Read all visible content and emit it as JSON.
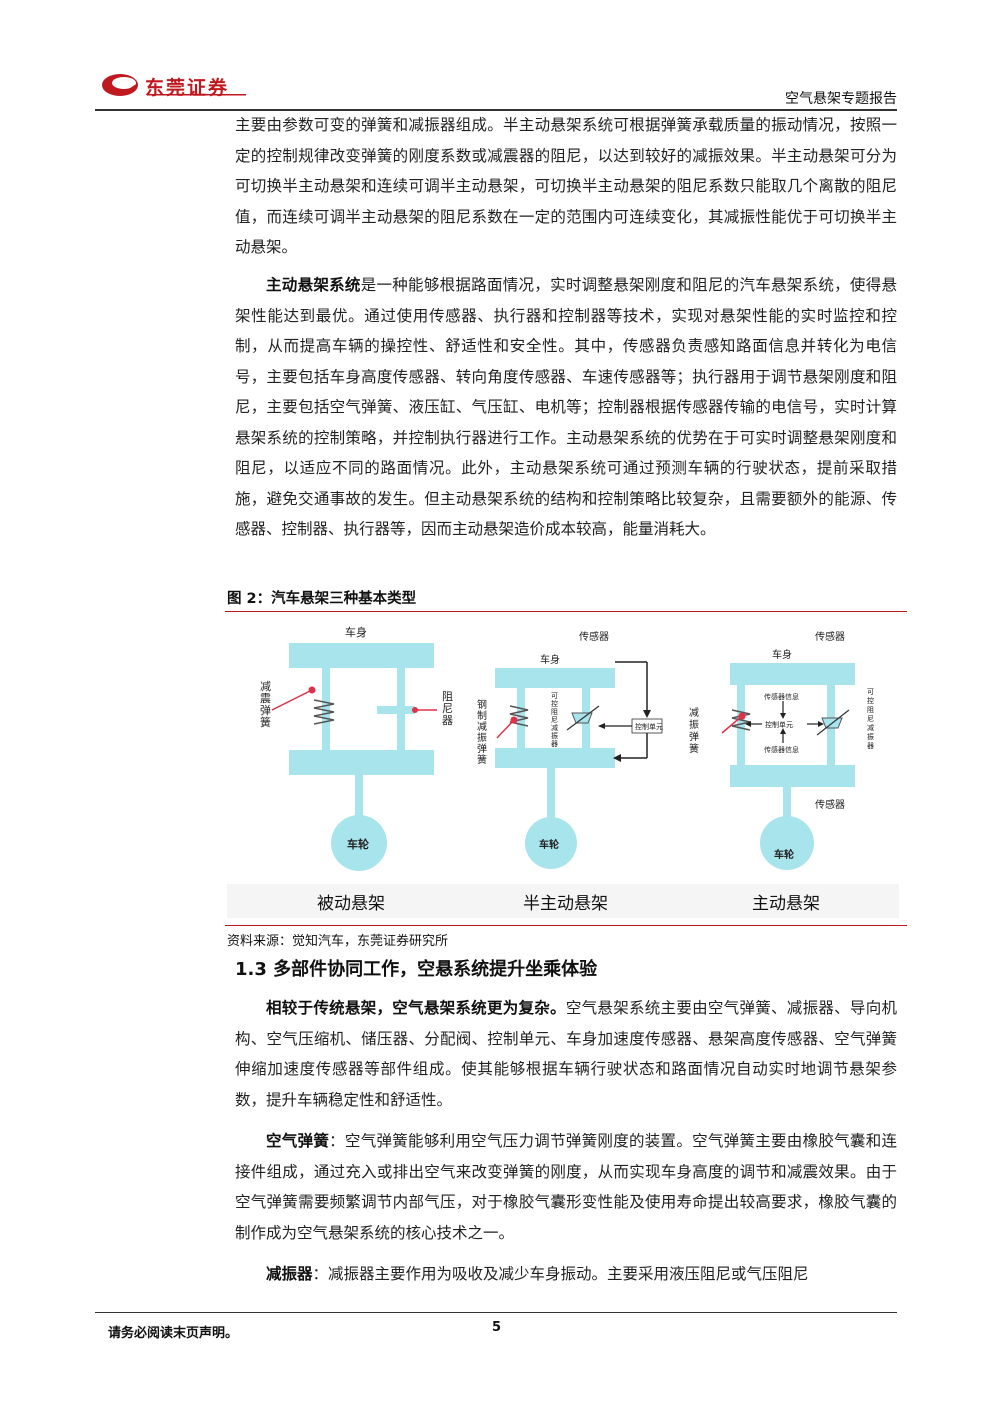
{
  "header": {
    "logo_text": "东莞证券",
    "report_title": "空气悬架专题报告"
  },
  "paragraphs": {
    "p1": "主要由参数可变的弹簧和减振器组成。半主动悬架系统可根据弹簧承载质量的振动情况，按照一定的控制规律改变弹簧的刚度系数或减震器的阻尼，以达到较好的减振效果。半主动悬架可分为可切换半主动悬架和连续可调半主动悬架，可切换半主动悬架的阻尼系数只能取几个离散的阻尼值，而连续可调半主动悬架的阻尼系数在一定的范围内可连续变化，其减振性能优于可切换半主动悬架。",
    "p2_bold": "主动悬架系统",
    "p2_rest": "是一种能够根据路面情况，实时调整悬架刚度和阻尼的汽车悬架系统，使得悬架性能达到最优。通过使用传感器、执行器和控制器等技术，实现对悬架性能的实时监控和控制，从而提高车辆的操控性、舒适性和安全性。其中，传感器负责感知路面信息并转化为电信号，主要包括车身高度传感器、转向角度传感器、车速传感器等；执行器用于调节悬架刚度和阻尼，主要包括空气弹簧、液压缸、气压缸、电机等；控制器根据传感器传输的电信号，实时计算悬架系统的控制策略，并控制执行器进行工作。主动悬架系统的优势在于可实时调整悬架刚度和阻尼，以适应不同的路面情况。此外，主动悬架系统可通过预测车辆的行驶状态，提前采取措施，避免交通事故的发生。但主动悬架系统的结构和控制策略比较复杂，且需要额外的能源、传感器、控制器、执行器等，因而主动悬架造价成本较高，能量消耗大。",
    "p3_bold": "相较于传统悬架，空气悬架系统更为复杂。",
    "p3_rest": "空气悬架系统主要由空气弹簧、减振器、导向机构、空气压缩机、储压器、分配阀、控制单元、车身加速度传感器、悬架高度传感器、空气弹簧伸缩加速度传感器等部件组成。使其能够根据车辆行驶状态和路面情况自动实时地调节悬架参数，提升车辆稳定性和舒适性。",
    "p4_bold": "空气弹簧",
    "p4_rest": "：空气弹簧能够利用空气压力调节弹簧刚度的装置。空气弹簧主要由橡胶气囊和连接件组成，通过充入或排出空气来改变弹簧的刚度，从而实现车身高度的调节和减震效果。由于空气弹簧需要频繁调节内部气压，对于橡胶气囊形变性能及使用寿命提出较高要求，橡胶气囊的制作成为空气悬架系统的核心技术之一。",
    "p5_bold": "减振器",
    "p5_rest": "：减振器主要作用为吸收及减少车身振动。主要采用液压阻尼或气压阻尼"
  },
  "figure": {
    "caption": "图 2：汽车悬架三种基本类型",
    "source": "资料来源：觉知汽车，东莞证券研究所",
    "passive": {
      "body": "车身",
      "spring": "减震弹簧",
      "damper": "阻尼器",
      "wheel": "车轮",
      "label": "被动悬架"
    },
    "semi": {
      "sensor": "传感器",
      "body": "车身",
      "spring": "钢制减振弹簧",
      "damper": "可控阻尼减振器",
      "control": "控制单元",
      "wheel": "车轮",
      "label": "半主动悬架"
    },
    "active": {
      "sensor_top": "传感器",
      "body": "车身",
      "spring": "减振弹簧",
      "sensor_info_top": "传感器信息",
      "control": "控制单元",
      "sensor_info_bottom": "传感器信息",
      "damper": "可控阻尼减振器",
      "sensor_bottom": "传感器",
      "wheel": "车轮",
      "label": "主动悬架"
    }
  },
  "section": {
    "title": "1.3 多部件协同工作，空悬系统提升坐乘体验"
  },
  "footer": {
    "notice": "请务必阅读末页声明。",
    "page": "5"
  },
  "colors": {
    "brand_red": "#c0181f",
    "diagram_cyan": "#a8e4ec"
  }
}
